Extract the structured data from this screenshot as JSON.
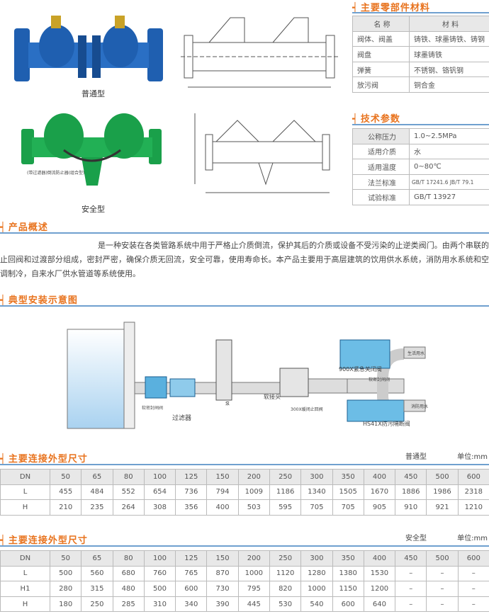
{
  "products": {
    "normal_caption": "普通型",
    "safe_caption": "安全型",
    "safe_label": "(带过滤器)倒流防止器(组合型)"
  },
  "materials": {
    "title": "主要零部件材料",
    "header": [
      "名 称",
      "材 料"
    ],
    "rows": [
      [
        "阀体、阀盖",
        "铸铁、球墨铸铁、铸钢"
      ],
      [
        "阀盘",
        "球墨铸铁"
      ],
      [
        "弹簧",
        "不锈钢、铬钒钢"
      ],
      [
        "放污阀",
        "铜合金"
      ]
    ]
  },
  "tech": {
    "title": "技术参数",
    "rows": [
      [
        "公称压力",
        "1.0~2.5MPa"
      ],
      [
        "适用介质",
        "水"
      ],
      [
        "适用温度",
        "0~80℃"
      ],
      [
        "法兰标准",
        "GB/T 17241.6 JB/T 79.1"
      ],
      [
        "试验标准",
        "GB/T 13927"
      ]
    ]
  },
  "overview": {
    "title": "产品概述",
    "text": "是一种安装在各类管路系统中用于严格止介质倒流，保护其后的介质或设备不受污染的止逆类阀门。由两个串联的止回阀和过渡部分组成，密封严密，确保介质无回流，安全可靠，使用寿命长。本产品主要用于高层建筑的饮用供水系统，消防用水系统和空调制冷，自来水厂供水管道等系统使用。"
  },
  "install": {
    "title": "典型安装示意图",
    "labels": {
      "gate1": "软密封闸阀",
      "filter": "过滤器",
      "pump": "泵",
      "joint": "软接头",
      "check": "300X缓闭止回阀",
      "emergency": "900X紧急关闭阀",
      "gate2": "软密封闸阀",
      "domestic": "生活用水",
      "fire": "消防用水",
      "hs41x": "HS41X防污隔断阀"
    }
  },
  "dims_normal": {
    "title": "主要连接外型尺寸",
    "type": "普通型",
    "unit": "单位:mm",
    "header": [
      "DN",
      "50",
      "65",
      "80",
      "100",
      "125",
      "150",
      "200",
      "250",
      "300",
      "350",
      "400",
      "450",
      "500",
      "600"
    ],
    "rows": [
      [
        "L",
        "455",
        "484",
        "552",
        "654",
        "736",
        "794",
        "1009",
        "1186",
        "1340",
        "1505",
        "1670",
        "1886",
        "1986",
        "2318"
      ],
      [
        "H",
        "210",
        "235",
        "264",
        "308",
        "356",
        "400",
        "503",
        "595",
        "705",
        "705",
        "905",
        "910",
        "921",
        "1210"
      ]
    ]
  },
  "dims_safe": {
    "title": "主要连接外型尺寸",
    "type": "安全型",
    "unit": "单位:mm",
    "header": [
      "DN",
      "50",
      "65",
      "80",
      "100",
      "125",
      "150",
      "200",
      "250",
      "300",
      "350",
      "400",
      "450",
      "500",
      "600"
    ],
    "rows": [
      [
        "L",
        "500",
        "560",
        "680",
        "760",
        "765",
        "870",
        "1000",
        "1120",
        "1280",
        "1380",
        "1530",
        "–",
        "–",
        "–"
      ],
      [
        "H1",
        "280",
        "315",
        "480",
        "500",
        "600",
        "730",
        "795",
        "820",
        "1000",
        "1150",
        "1200",
        "–",
        "–",
        "–"
      ],
      [
        "H",
        "180",
        "250",
        "285",
        "310",
        "340",
        "390",
        "445",
        "530",
        "540",
        "600",
        "640",
        "–",
        "–",
        "–"
      ]
    ]
  },
  "colors": {
    "accent": "#e8731e",
    "rule": "#6fa0cf",
    "valve_blue": "#1f5fb0",
    "valve_green": "#1aa04a",
    "water": "#bcdcf3"
  }
}
